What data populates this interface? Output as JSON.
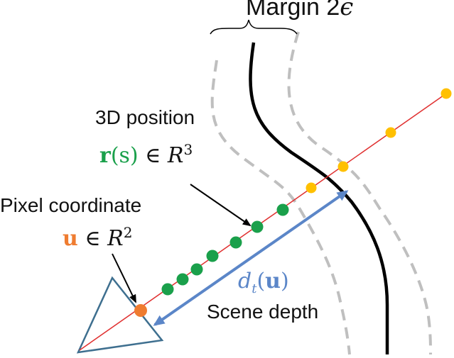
{
  "labels": {
    "margin_prefix": "Margin 2",
    "margin_symbol": "ϵ",
    "position_title": "3D position",
    "position_r": "r",
    "position_s": "(s)",
    "position_in": " ∈ ",
    "position_R": "R",
    "position_exp": "3",
    "pixel_title": "Pixel coordinate",
    "pixel_u": "u",
    "pixel_in": " ∈ ",
    "pixel_R": "R",
    "pixel_exp": "2",
    "depth_d": "d",
    "depth_sub": "t",
    "depth_open": "(",
    "depth_u": "u",
    "depth_close": ")",
    "depth_title": "Scene depth"
  },
  "colors": {
    "surface": "#000000",
    "margin": "#bfbfbf",
    "ray": "#e03030",
    "inside_samples": "#1aa04b",
    "outside_samples": "#ffc000",
    "pixel": "#ef7c30",
    "camera": "#3e6f8f",
    "depth_arrow": "#5b86c8",
    "pointer": "#000000"
  },
  "icons": {
    "camera": "camera-frustum-triangle",
    "brace": "curly-brace"
  }
}
